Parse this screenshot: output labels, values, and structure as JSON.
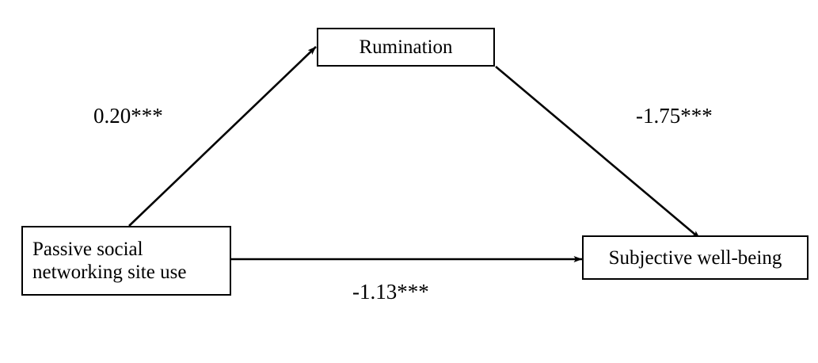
{
  "diagram": {
    "type": "mediation-model",
    "title": "",
    "background_color": "#ffffff",
    "line_color": "#000000",
    "text_color": "#000000"
  },
  "nodes": {
    "predictor": {
      "label": "Passive social\nnetworking site use"
    },
    "mediator": {
      "label": "Rumination"
    },
    "outcome": {
      "label": "Subjective well-being"
    }
  },
  "paths": {
    "a": {
      "label": "0.20***",
      "coefficient": 0.2,
      "significance": "***",
      "from": "predictor",
      "to": "mediator"
    },
    "b": {
      "label": "-1.75***",
      "coefficient": -1.75,
      "significance": "***",
      "from": "mediator",
      "to": "outcome"
    },
    "c_prime": {
      "label": "-1.13***",
      "coefficient": -1.13,
      "significance": "***",
      "from": "predictor",
      "to": "outcome"
    }
  }
}
